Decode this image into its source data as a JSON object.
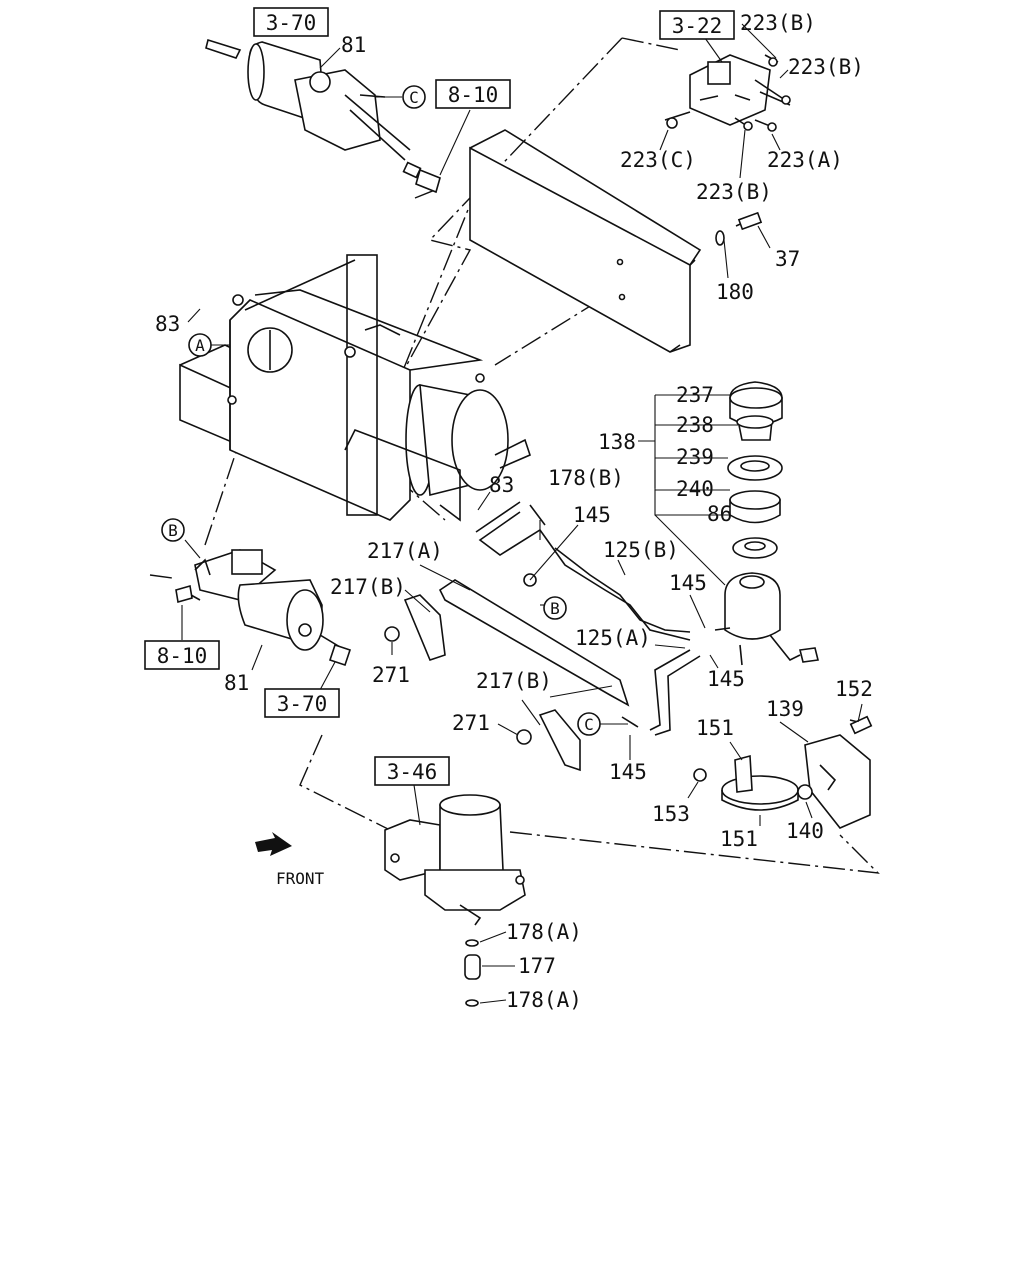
{
  "refs": {
    "r370_top": "3-70",
    "r810_top": "8-10",
    "r322": "3-22",
    "r810_left": "8-10",
    "r370_left": "3-70",
    "r346": "3-46"
  },
  "circles": {
    "a_top": "A",
    "c_top": "C",
    "b_left": "B",
    "b_mid": "B",
    "c_mid": "C"
  },
  "callouts": {
    "n81_top": "81",
    "n223b_1": "223(B)",
    "n223b_2": "223(B)",
    "n223c": "223(C)",
    "n223a": "223(A)",
    "n223b_3": "223(B)",
    "n37": "37",
    "n180": "180",
    "n83_left": "83",
    "n83_mid": "83",
    "n237": "237",
    "n238": "238",
    "n138": "138",
    "n239": "239",
    "n240": "240",
    "n86": "86",
    "n178b": "178(B)",
    "n145_top": "145",
    "n125b": "125(B)",
    "n217a": "217(A)",
    "n217b_1": "217(B)",
    "n145_r": "145",
    "n125a": "125(A)",
    "n271_1": "271",
    "n145_r2": "145",
    "n152": "152",
    "n81_left": "81",
    "n217b_2": "217(B)",
    "n151_1": "151",
    "n139": "139",
    "n271_2": "271",
    "n145_bot": "145",
    "n153": "153",
    "n140": "140",
    "n151_2": "151",
    "n178a_1": "178(A)",
    "n177": "177",
    "n178a_2": "178(A)"
  },
  "front_label": "FRONT",
  "icons": {
    "front_arrow": "front-arrow-icon"
  }
}
